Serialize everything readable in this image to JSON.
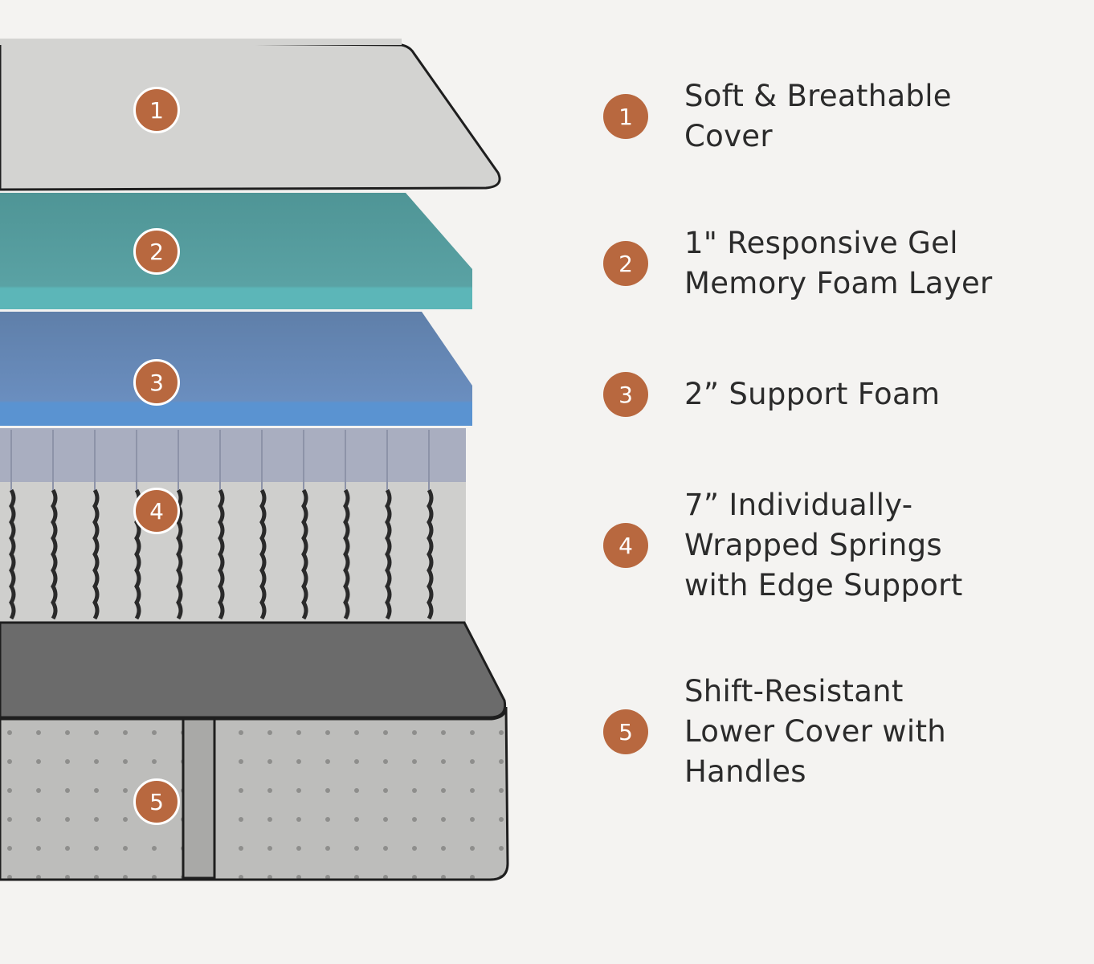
{
  "colors": {
    "background": "#f4f3f1",
    "badge": "#b8683f",
    "cover": "#d3d3d1",
    "gel": "#5a9ea0",
    "support": "#6484b0",
    "base_top": "#6b6b6b",
    "base_side": "#bdbdbb"
  },
  "badges": [
    "1",
    "2",
    "3",
    "4",
    "5"
  ],
  "layers": [
    {
      "number": "1",
      "lines": [
        "Soft & Breathable",
        "Cover"
      ]
    },
    {
      "number": "2",
      "lines": [
        "1\" Responsive Gel",
        "Memory Foam Layer"
      ]
    },
    {
      "number": "3",
      "lines": [
        "2” Support Foam"
      ]
    },
    {
      "number": "4",
      "lines": [
        "7” Individually-",
        "Wrapped Springs",
        "with Edge Support"
      ]
    },
    {
      "number": "5",
      "lines": [
        "Shift-Resistant",
        "Lower Cover with",
        "Handles"
      ]
    }
  ]
}
